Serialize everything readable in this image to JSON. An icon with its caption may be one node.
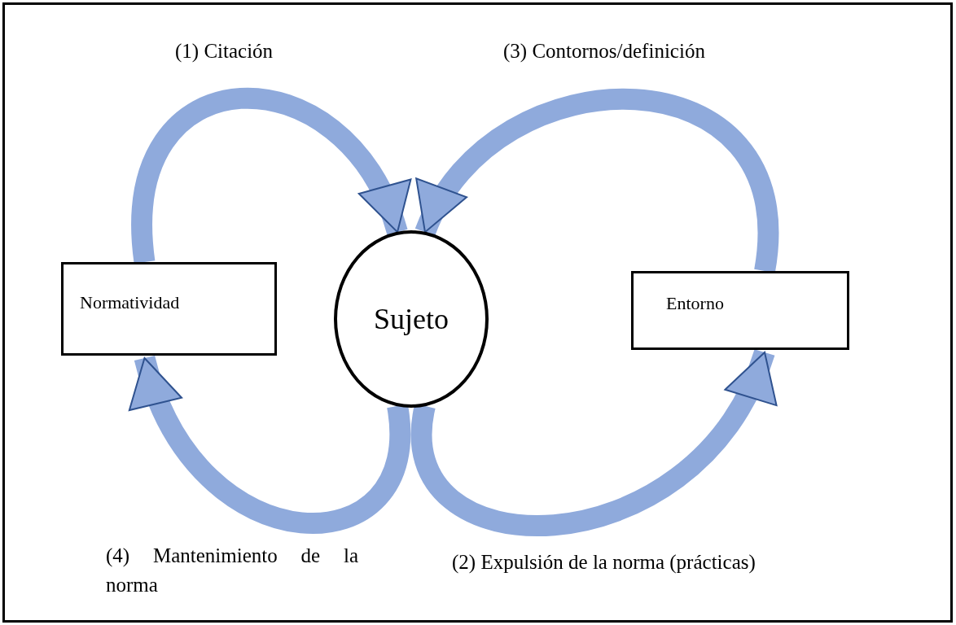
{
  "diagram": {
    "nodes": [
      {
        "text": [
          "Normatividad"
        ]
      },
      {
        "text": [
          "Sujeto"
        ]
      },
      {
        "text": [
          "Entorno"
        ]
      }
    ],
    "edges": [
      {
        "from": 0,
        "to": 1,
        "arrow": "to",
        "label": "(1) Citación"
      },
      {
        "from": 2,
        "to": 1,
        "arrow": "to",
        "label": "(3) Contornos/definición"
      },
      {
        "from": 1,
        "to": 0,
        "arrow": "to",
        "label": "(4) Mantenimiento de la norma"
      },
      {
        "from": 1,
        "to": 2,
        "arrow": "to",
        "label": "(2) Expulsión de la norma (prácticas)"
      }
    ]
  }
}
